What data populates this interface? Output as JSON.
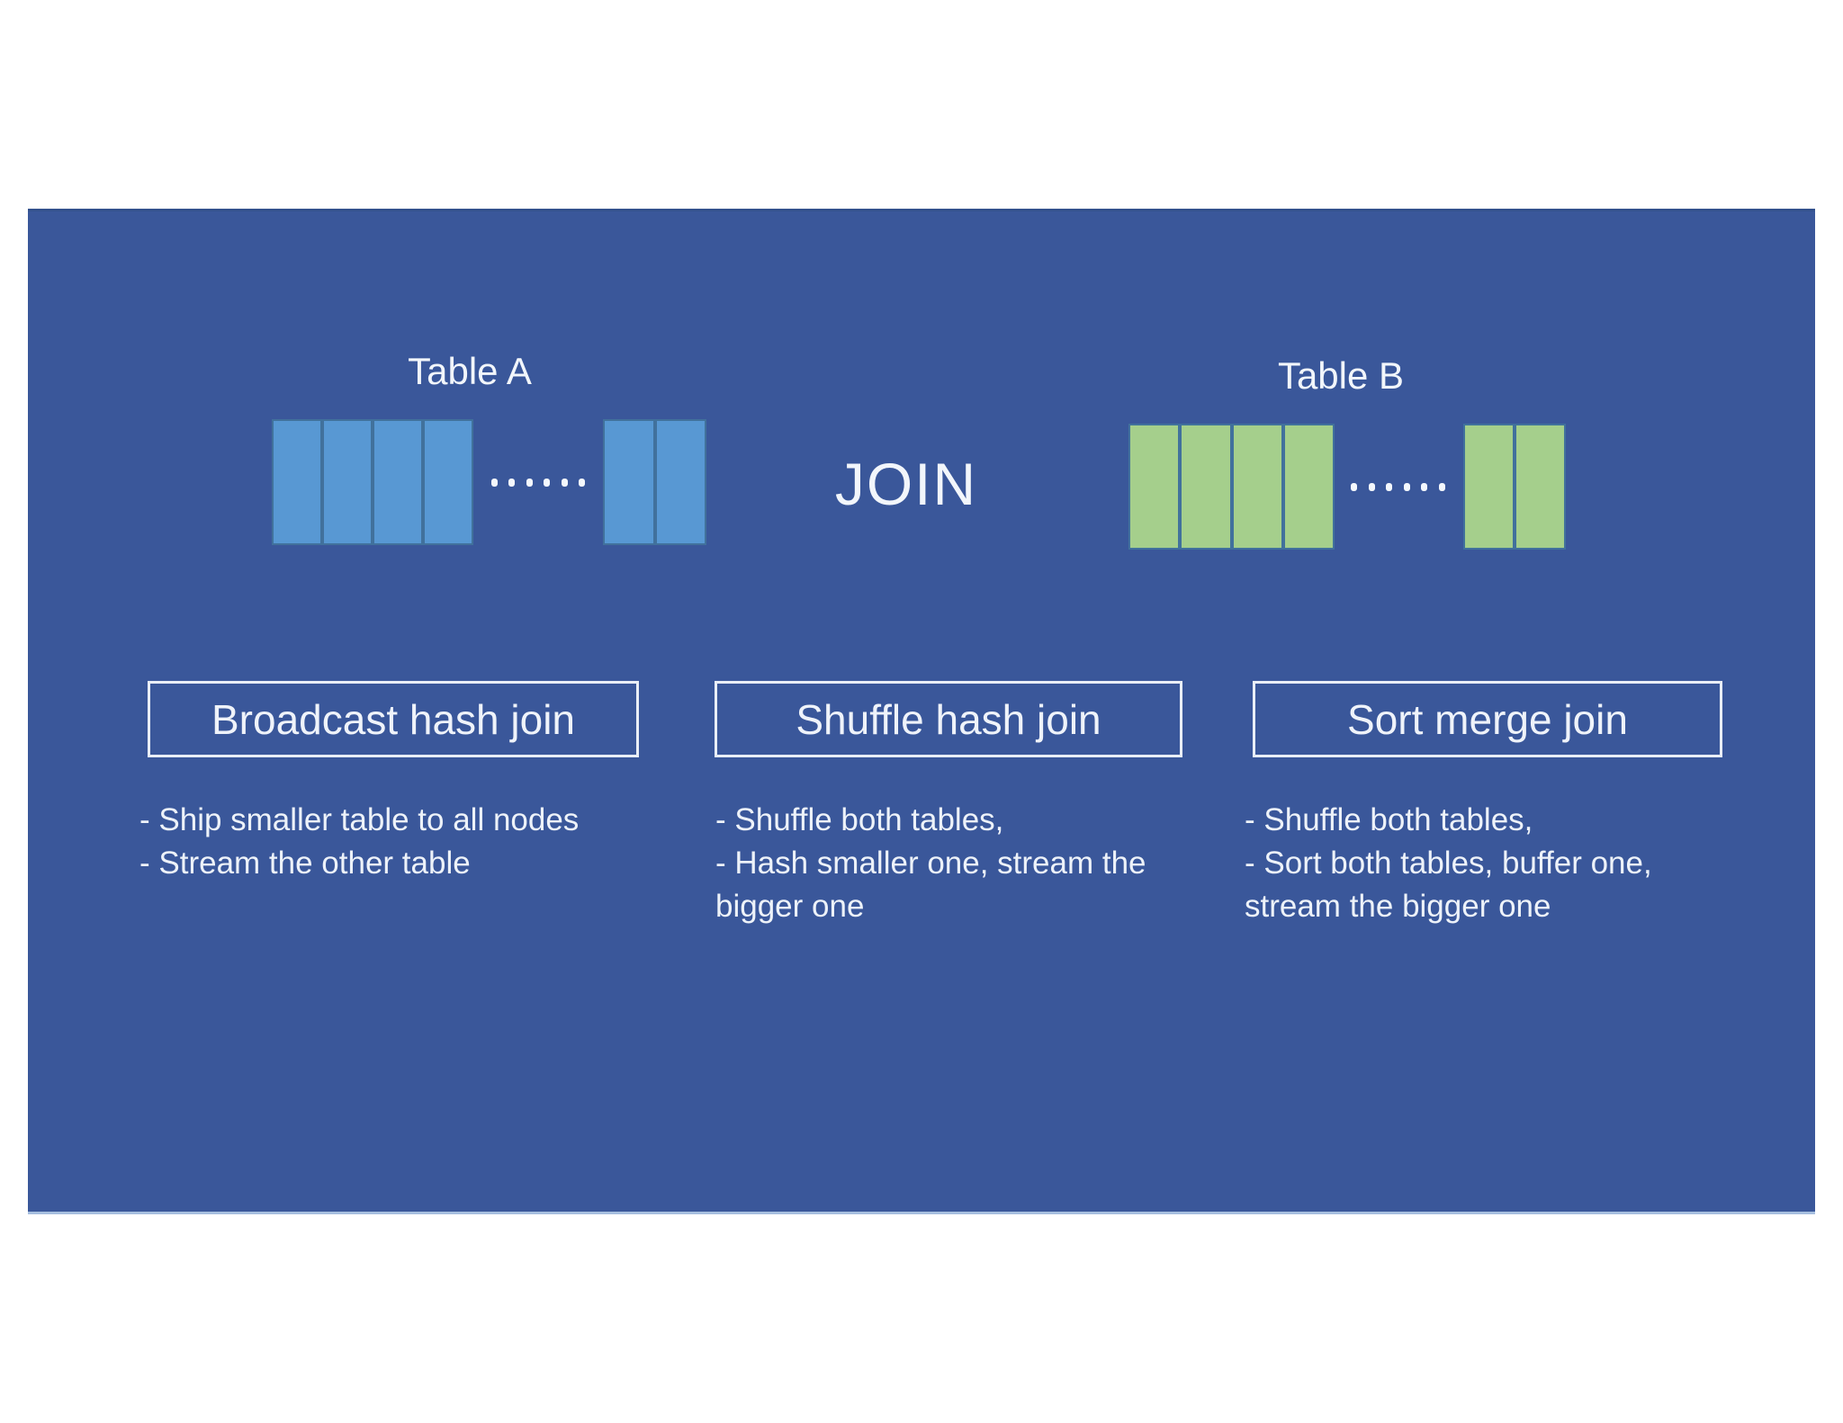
{
  "panel": {
    "background": "#3a579a"
  },
  "tables": {
    "a": {
      "label": "Table A",
      "cell_fill": "#5898d3",
      "cell_border": "#41719C",
      "group1_cells": 4,
      "group2_cells": 2,
      "dots": 6
    },
    "b": {
      "label": "Table B",
      "cell_fill": "#a5cf8c",
      "cell_border": "#41719C",
      "group1_cells": 4,
      "group2_cells": 2,
      "dots": 6
    }
  },
  "join": {
    "label": "JOIN"
  },
  "strategies": [
    {
      "title": "Broadcast hash join",
      "bullets": [
        "- Ship smaller table to all nodes",
        "- Stream the other table"
      ]
    },
    {
      "title": "Shuffle hash join",
      "bullets": [
        "- Shuffle both tables,",
        "- Hash smaller one, stream the bigger one"
      ]
    },
    {
      "title": "Sort merge join",
      "bullets": [
        "- Shuffle both tables,",
        "- Sort both tables, buffer one, stream the bigger one"
      ]
    }
  ]
}
